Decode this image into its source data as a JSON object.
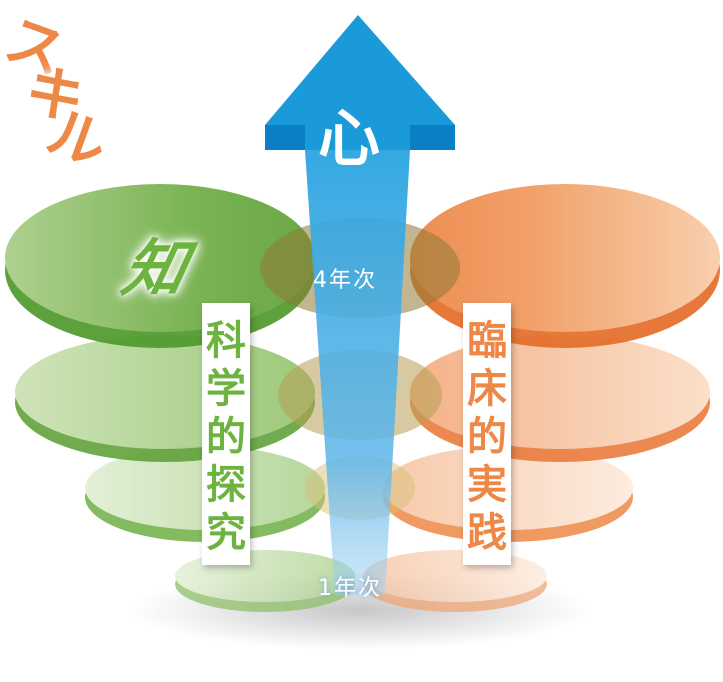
{
  "diagram": {
    "arrow": {
      "label": "心",
      "color": "#1a9ad8"
    },
    "years": {
      "top": "4年次",
      "bottom": "1年次"
    },
    "left_pillar": {
      "title": "知",
      "subtitle_chars": [
        "科",
        "学",
        "的",
        "探",
        "究"
      ],
      "subtitle": "科学的探究",
      "color": "#6db33f"
    },
    "right_pillar": {
      "title": "スキル",
      "title_chars": [
        "ス",
        "キ",
        "ル"
      ],
      "subtitle_chars": [
        "臨",
        "床",
        "的",
        "実",
        "践"
      ],
      "subtitle": "臨床的実践",
      "color": "#ee8846"
    }
  }
}
